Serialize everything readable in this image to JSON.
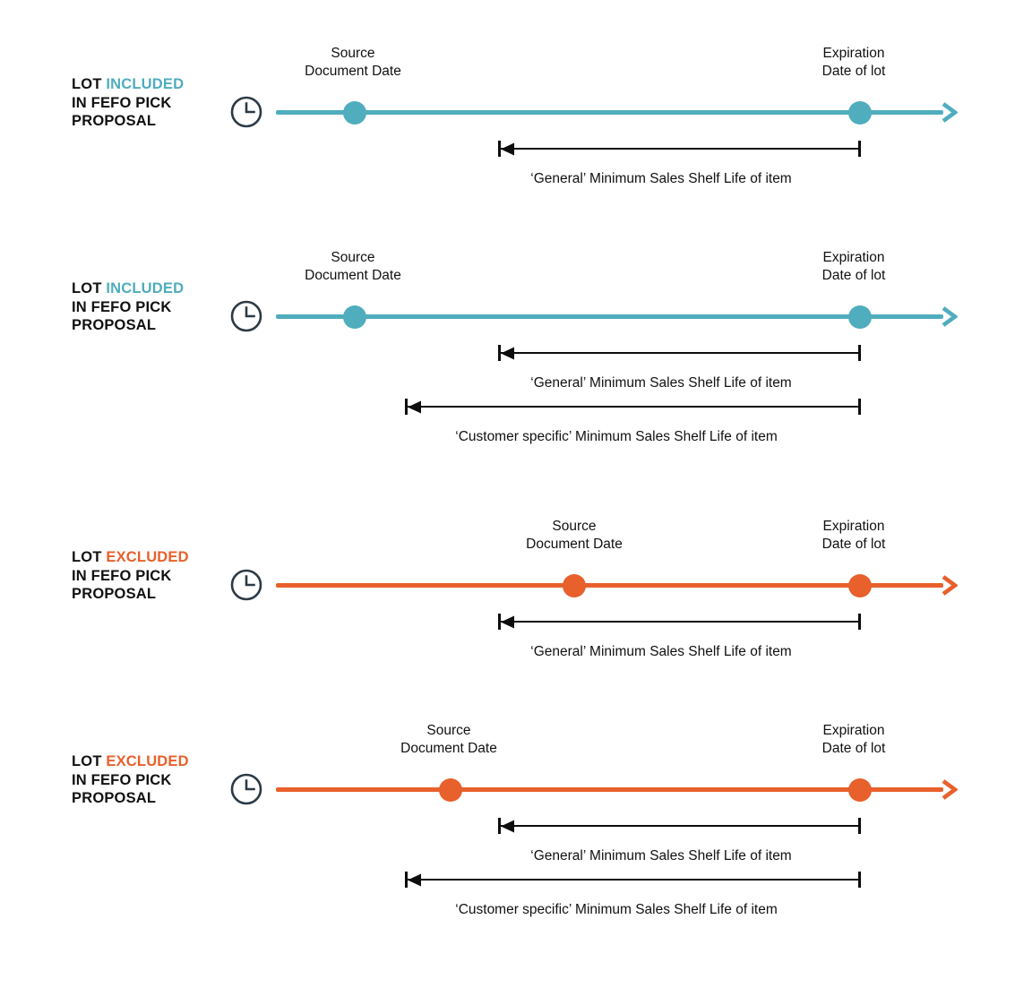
{
  "colors": {
    "teal": "#4FADBD",
    "orange": "#E8602C",
    "black": "#0d0d0d",
    "clock": "#2b3a45",
    "background": "#ffffff"
  },
  "labels": {
    "source_line1": "Source",
    "source_line2": "Document Date",
    "expiration_line1": "Expiration",
    "expiration_line2": "Date of lot",
    "general_shelf_life": "‘General’ Minimum Sales Shelf Life of item",
    "customer_shelf_life": "‘Customer specific’ Minimum Sales Shelf Life of item",
    "clock_icon_letter": "L"
  },
  "groups": [
    {
      "id": "group-1",
      "status": "included",
      "caption": {
        "word1": "LOT",
        "highlight": "INCLUDED",
        "line2": "IN FEFO PICK",
        "line3": "PROPOSAL"
      },
      "color": "#4FADBD",
      "source_label": {
        "line1": "Source",
        "line2": "Document Date"
      },
      "expiration_label": {
        "line1": "Expiration",
        "line2": "Date of lot"
      },
      "measures": [
        {
          "name": "general",
          "caption": "‘General’ Minimum Sales Shelf Life of item"
        }
      ]
    },
    {
      "id": "group-2",
      "status": "included",
      "caption": {
        "word1": "LOT",
        "highlight": "INCLUDED",
        "line2": "IN FEFO PICK",
        "line3": "PROPOSAL"
      },
      "color": "#4FADBD",
      "source_label": {
        "line1": "Source",
        "line2": "Document Date"
      },
      "expiration_label": {
        "line1": "Expiration",
        "line2": "Date of lot"
      },
      "measures": [
        {
          "name": "general",
          "caption": "‘General’ Minimum Sales Shelf Life of item"
        },
        {
          "name": "customer-specific",
          "caption": "‘Customer specific’ Minimum Sales Shelf Life of item"
        }
      ]
    },
    {
      "id": "group-3",
      "status": "excluded",
      "caption": {
        "word1": "LOT",
        "highlight": "EXCLUDED",
        "line2": "IN FEFO PICK",
        "line3": "PROPOSAL"
      },
      "color": "#E8602C",
      "source_label": {
        "line1": "Source",
        "line2": "Document Date"
      },
      "expiration_label": {
        "line1": "Expiration",
        "line2": "Date of lot"
      },
      "measures": [
        {
          "name": "general",
          "caption": "‘General’ Minimum Sales Shelf Life of item"
        }
      ]
    },
    {
      "id": "group-4",
      "status": "excluded",
      "caption": {
        "word1": "LOT",
        "highlight": "EXCLUDED",
        "line2": "IN FEFO PICK",
        "line3": "PROPOSAL"
      },
      "color": "#E8602C",
      "source_label": {
        "line1": "Source",
        "line2": "Document Date"
      },
      "expiration_label": {
        "line1": "Expiration",
        "line2": "Date of lot"
      },
      "measures": [
        {
          "name": "general",
          "caption": "‘General’ Minimum Sales Shelf Life of item"
        },
        {
          "name": "customer-specific",
          "caption": "‘Customer specific’ Minimum Sales Shelf Life of item"
        }
      ]
    }
  ]
}
